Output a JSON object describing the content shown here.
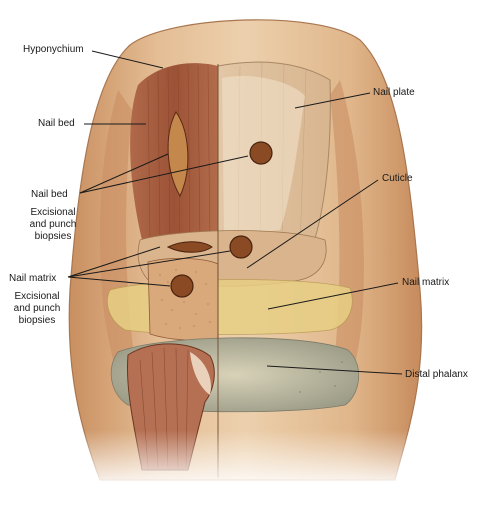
{
  "labels": {
    "hyponychium": "Hyponychium",
    "nail_bed_top": "Nail bed",
    "nail_plate": "Nail plate",
    "cuticle": "Cuticle",
    "nail_bed_mid": "Nail bed",
    "excisional_1": "Excisional",
    "and_punch_1": "and punch",
    "biopsies_1": "biopsies",
    "nail_matrix_left": "Nail matrix",
    "excisional_2": "Excisional",
    "and_punch_2": "and punch",
    "biopsies_2": "biopsies",
    "nail_matrix_right": "Nail matrix",
    "distal_phalanx": "Distal phalanx"
  },
  "colors": {
    "skin_base": "#d7a77a",
    "skin_light": "#ead0b0",
    "skin_shadow": "#b67f57",
    "muscle": "#a85c3e",
    "muscle_dark": "#7e3a25",
    "nail_plate": "#e9d6bd",
    "hole": "#8a4a24",
    "matrix_yellow": "#e7cf84",
    "bone": "#c9c7b2",
    "leader": "#1a1a1a"
  }
}
